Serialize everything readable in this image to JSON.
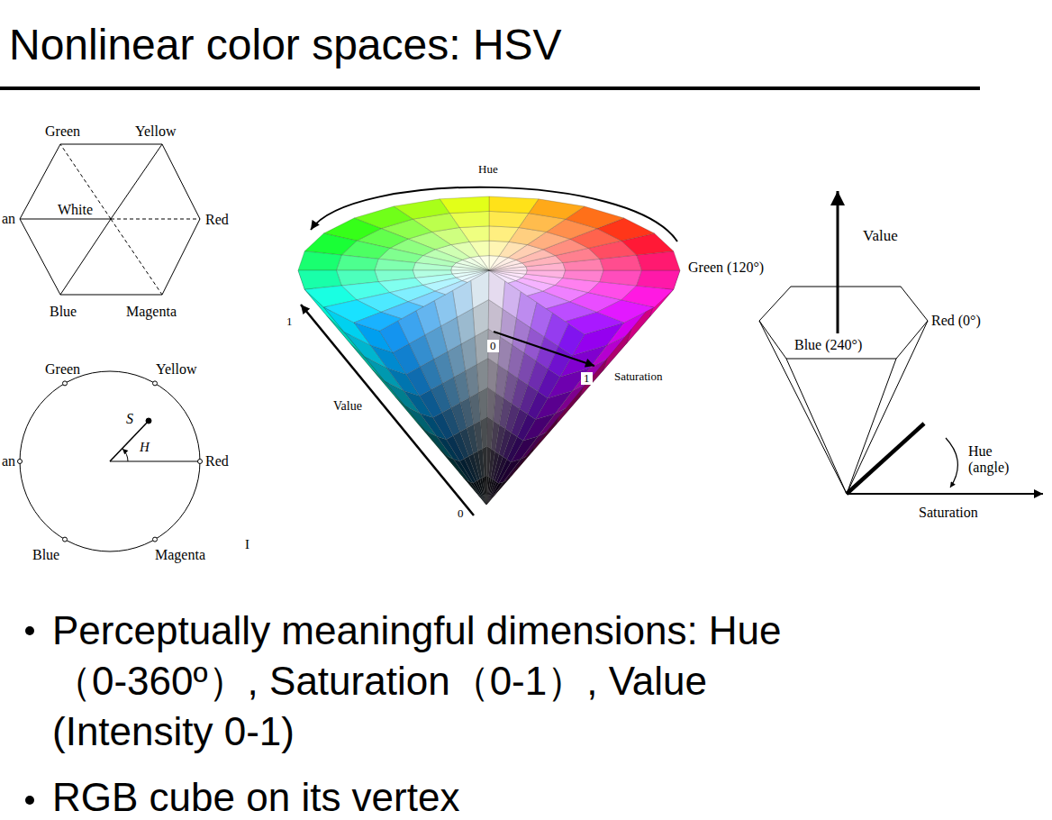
{
  "diagram": {
    "title": "Nonlinear color spaces: HSV",
    "labels": [
      "Green",
      "Yellow",
      "an",
      "White",
      "Red",
      "Blue",
      "Magenta",
      "Green",
      "Yellow",
      "an",
      "S",
      "H",
      "Red",
      "Blue",
      "Magenta",
      "I",
      "Hue",
      "1",
      "Value",
      "0",
      "0",
      "1",
      "Saturation",
      "Green (120°)",
      "Value",
      "Red (0°)",
      "Blue (240°)",
      "Hue (angle)",
      "Saturation",
      "Perceptually meaningful dimensions: Hue （0-360º）, Saturation（0-1）, Value (Intensity 0-1)",
      "RGB cube on its vertex"
    ]
  }
}
